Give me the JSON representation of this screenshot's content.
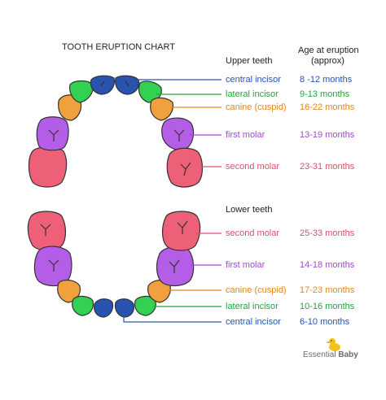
{
  "title": "TOOTH ERUPTION CHART",
  "age_header": {
    "line1": "Age at eruption",
    "line2": "(approx)"
  },
  "upper": {
    "heading": "Upper teeth",
    "rows": [
      {
        "name": "central incisor",
        "age": "8 -12 months",
        "color": "#2854b0"
      },
      {
        "name": "lateral incisor",
        "age": "9-13 months",
        "color": "#1fa83a"
      },
      {
        "name": "canine (cuspid)",
        "age": "16-22 months",
        "color": "#e8851a"
      },
      {
        "name": "first molar",
        "age": "13-19 months",
        "color": "#a14ad4"
      },
      {
        "name": "second molar",
        "age": "23-31 months",
        "color": "#e04e6a"
      }
    ]
  },
  "lower": {
    "heading": "Lower teeth",
    "rows": [
      {
        "name": "second molar",
        "age": "25-33 months",
        "color": "#e04e6a"
      },
      {
        "name": "first molar",
        "age": "14-18 months",
        "color": "#a14ad4"
      },
      {
        "name": "canine (cuspid)",
        "age": "17-23 months",
        "color": "#e8851a"
      },
      {
        "name": "lateral incisor",
        "age": "10-16 months",
        "color": "#1fa83a"
      },
      {
        "name": "central incisor",
        "age": "6-10 months",
        "color": "#2854b0"
      }
    ]
  },
  "brand": {
    "part1": "Essential",
    "part2": "Baby"
  },
  "tooth_colors": {
    "incisor_central": "#2854b0",
    "incisor_lateral": "#33d152",
    "canine": "#f0a03c",
    "first_molar": "#b45ee8",
    "second_molar": "#ee5f78",
    "outline": "#333333",
    "duck": "#f4c21f"
  }
}
